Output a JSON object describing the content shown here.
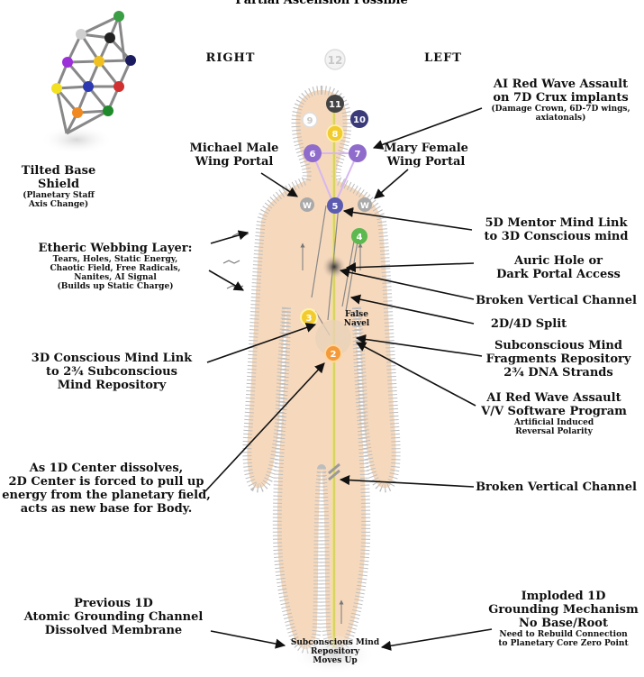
{
  "title": "Partial Ascension Possible",
  "side_labels": {
    "right": "RIGHT",
    "left": "LEFT"
  },
  "numbers": {
    "n12": "12",
    "n11": "11",
    "n10": "10",
    "n9": "9",
    "n8": "8",
    "n7": "7",
    "n6": "6",
    "n5": "5",
    "n4": "4",
    "n3": "3",
    "n2": "2",
    "w": "W"
  },
  "colors": {
    "skin": "#f6d9bd",
    "channel": "#e9e37a",
    "purple": "#8f6ccc",
    "yellow": "#f2cc2f",
    "green": "#5cb84f",
    "orange": "#f49a3a",
    "dark": "#333333"
  },
  "labels": {
    "shield_title": "Tilted Base Shield",
    "shield_sub1": "(Planetary Staff",
    "shield_sub2": "Axis Change)",
    "etheric1": "Etheric Webbing Layer:",
    "etheric2": "Tears, Holes, Static Energy,",
    "etheric3": "Chaotic Field, Free Radicals,",
    "etheric4": "Nanites, AI Signal",
    "etheric5": "(Builds up Static Charge)",
    "michael1": "Michael Male",
    "michael2": "Wing Portal",
    "mary1": "Mary Female",
    "mary2": "Wing Portal",
    "crux1": "AI Red Wave Assault",
    "crux2": "on 7D Crux implants",
    "crux3": "(Damage Crown, 6D-7D wings,",
    "crux4": "axiatonals)",
    "mentor1": "5D Mentor Mind Link",
    "mentor2": "to 3D Conscious mind",
    "auric1": "Auric Hole or",
    "auric2": "Dark Portal Access",
    "broken1": "Broken Vertical Channel",
    "split": "2D/4D Split",
    "fragments1": "Subconscious Mind",
    "fragments2": "Fragments Repository",
    "fragments3": "2¾ DNA Strands",
    "redwave1": "AI Red Wave Assault",
    "redwave2": "V/V Software Program",
    "redwave3": "Artificial Induced",
    "redwave4": "Reversal Polarity",
    "broken2": "Broken Vertical Channel",
    "conscious1": "3D Conscious Mind Link",
    "conscious2": "to 2¾ Subconscious",
    "conscious3": "Mind Repository",
    "dissolve1": "As 1D Center dissolves,",
    "dissolve2": "2D Center is forced to pull up",
    "dissolve3": "energy from the planetary field,",
    "dissolve4": "acts as new base for Body.",
    "false1": "False",
    "false2": "Navel",
    "previous1": "Previous 1D",
    "previous2": "Atomic Grounding Channel",
    "previous3": "Dissolved Membrane",
    "repo1": "Subconscious Mind",
    "repo2": "Repository",
    "repo3": "Moves Up",
    "imploded1": "Imploded 1D",
    "imploded2": "Grounding Mechanism",
    "imploded3": "No Base/Root",
    "imploded4": "Need to Rebuild Connection",
    "imploded5": "to Planetary Core Zero Point"
  }
}
